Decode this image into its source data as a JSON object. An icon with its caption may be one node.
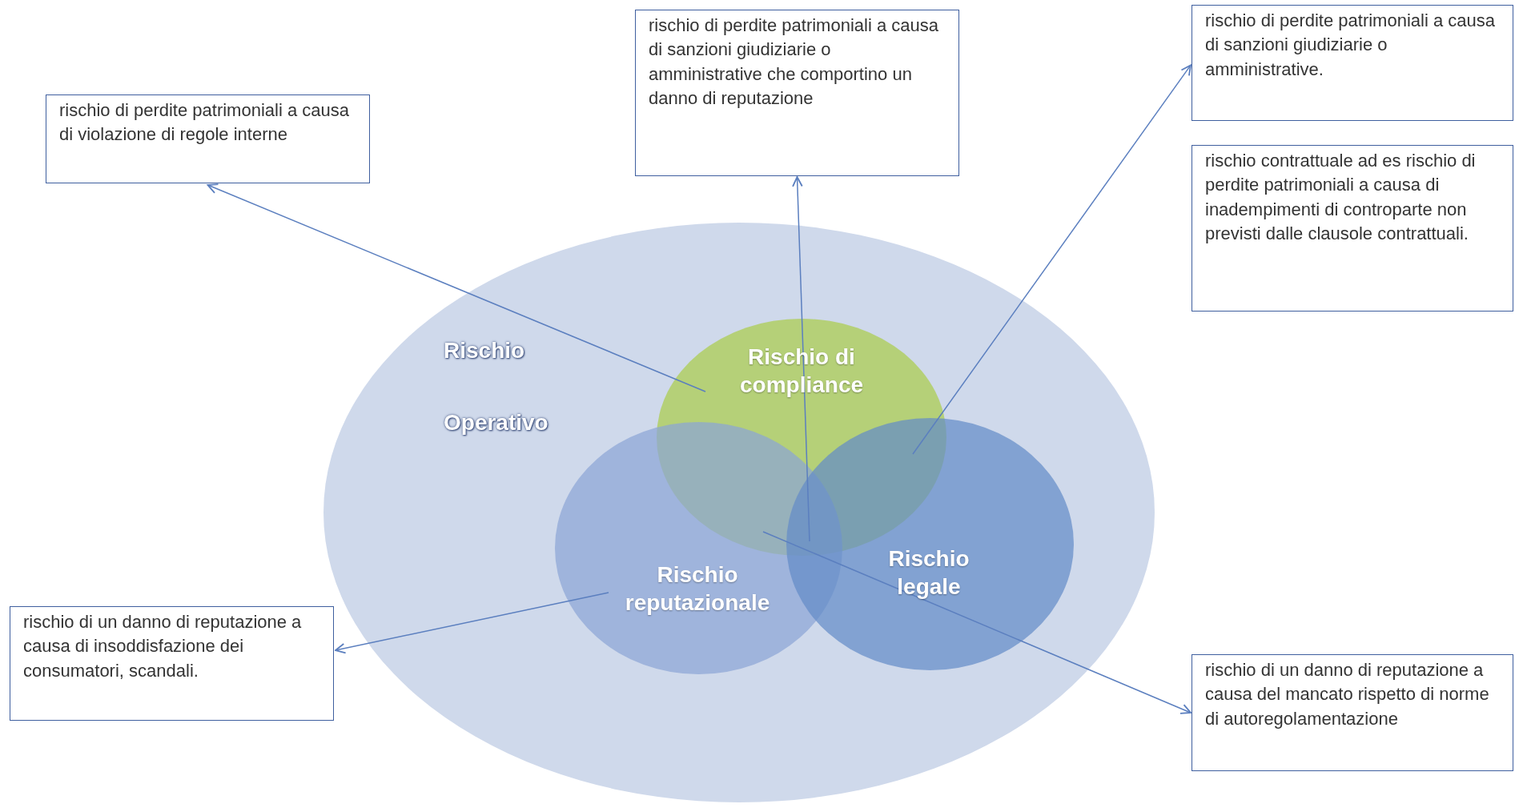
{
  "diagram": {
    "nodes": [
      {
        "text": [
          "Rischio Operativo"
        ]
      },
      {
        "text": [
          "Rischio di compliance"
        ],
        "in": 0
      },
      {
        "text": [
          "Rischio reputazionale"
        ],
        "in": 0
      },
      {
        "text": [
          "Rischio legale"
        ],
        "in": 0
      },
      {
        "text": [
          "rischio di  perdite patrimoniali a causa di violazione di regole interne"
        ]
      },
      {
        "text": [
          "rischio di  perdite patrimoniali a causa di sanzioni giudiziarie o amministrative  che comportino un danno di reputazione"
        ]
      },
      {
        "text": [
          "rischio di  perdite patrimoniali a causa di sanzioni giudiziarie o amministrative."
        ]
      },
      {
        "text": [
          "rischio contrattuale ad es rischio di  perdite patrimoniali a causa di inadempimenti  di controparte non previsti dalle clausole contrattuali."
        ]
      },
      {
        "text": [
          "rischio di un danno di reputazione a causa di insoddisfazione dei consumatori,  scandali."
        ]
      },
      {
        "text": [
          "rischio di un danno di reputazione a causa del mancato rispetto di norme di autoregolamentazione"
        ]
      }
    ],
    "edges": [
      {
        "from": 1,
        "to": 4,
        "arrow": "to"
      },
      {
        "from": 1,
        "to": 5,
        "arrow": "to"
      },
      {
        "from": 3,
        "to": 6,
        "arrow": "to"
      },
      {
        "from": 2,
        "to": 8,
        "arrow": "to"
      },
      {
        "from": 2,
        "to": 9,
        "arrow": "to"
      }
    ]
  }
}
